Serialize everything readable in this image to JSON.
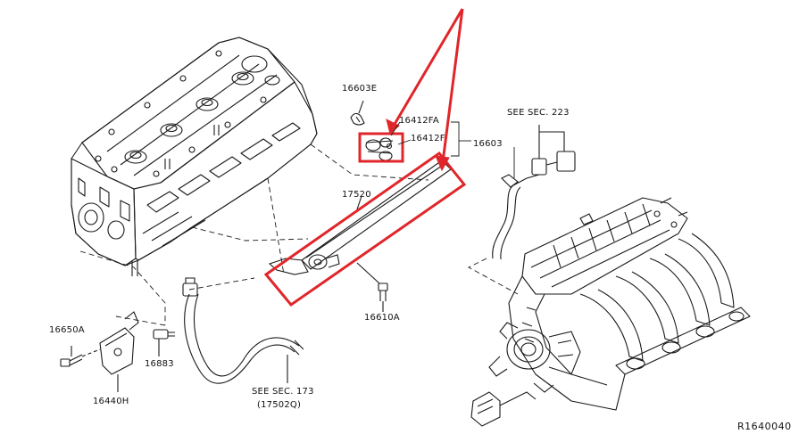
{
  "colors": {
    "line": "#1a1a1a",
    "highlight": "#e0262a",
    "background": "#ffffff"
  },
  "parts": {
    "p16603E": "16603E",
    "p16412FA": "16412FA",
    "p16412F": "16412F",
    "p16603": "16603",
    "p17520": "17520",
    "p16610A": "16610A",
    "p16650A": "16650A",
    "p16883": "16883",
    "p16440H": "16440H"
  },
  "refs": {
    "sec223": "SEE SEC. 223",
    "sec173": "SEE SEC. 173",
    "sec173_sub": "(17502Q)"
  },
  "figure_id": "R1640040"
}
